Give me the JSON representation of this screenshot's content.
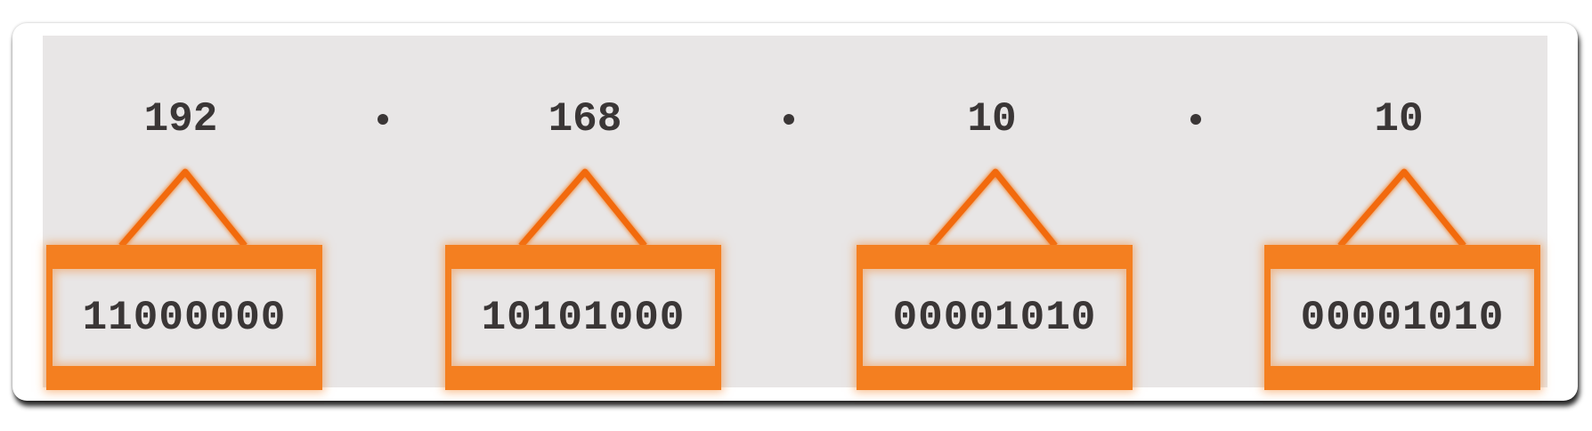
{
  "address": {
    "octets": [
      {
        "decimal": "192",
        "binary": "11000000"
      },
      {
        "decimal": "168",
        "binary": "10101000"
      },
      {
        "decimal": "10",
        "binary": "00001010"
      },
      {
        "decimal": "10",
        "binary": "00001010"
      }
    ],
    "separator": "."
  },
  "colors": {
    "accent": "#f47f20",
    "panel": "#e8e6e6",
    "text": "#3a3636"
  }
}
